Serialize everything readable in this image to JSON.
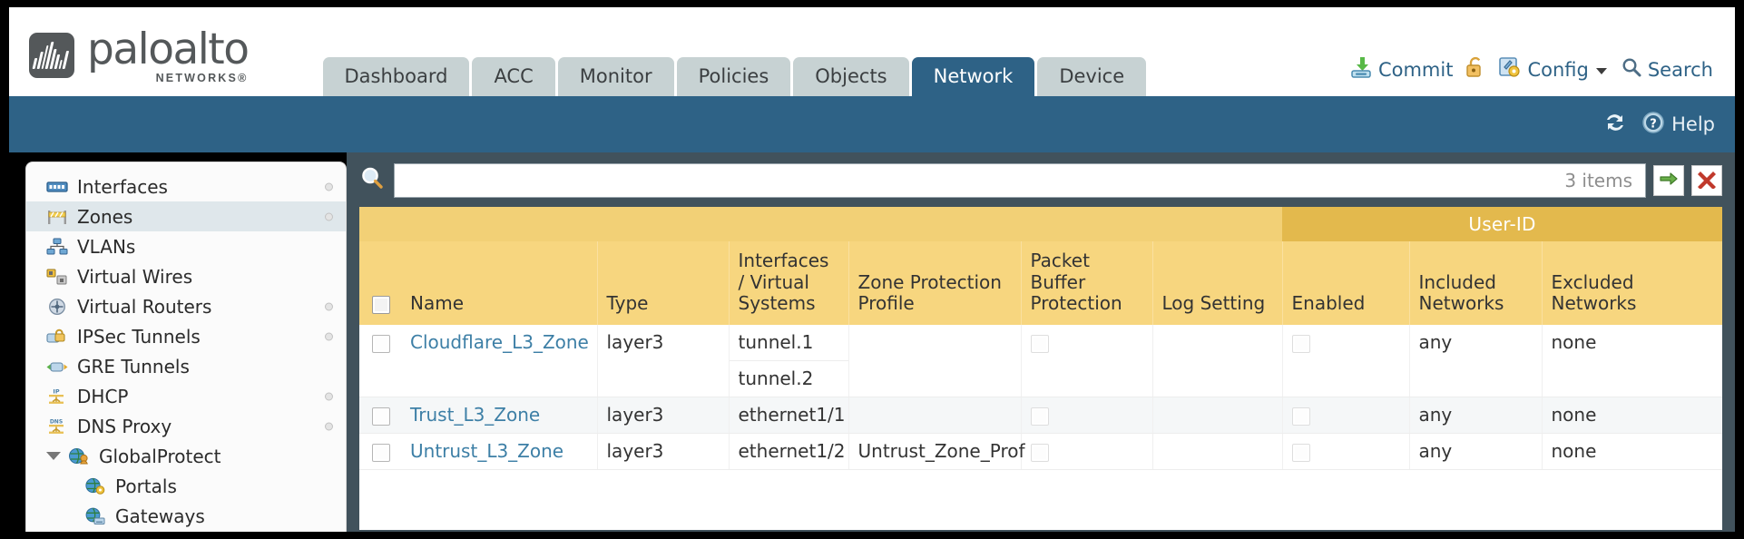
{
  "brand": {
    "name": "paloalto",
    "tagline": "NETWORKS®"
  },
  "nav": {
    "tabs": [
      {
        "label": "Dashboard",
        "active": false
      },
      {
        "label": "ACC",
        "active": false
      },
      {
        "label": "Monitor",
        "active": false
      },
      {
        "label": "Policies",
        "active": false
      },
      {
        "label": "Objects",
        "active": false
      },
      {
        "label": "Network",
        "active": true
      },
      {
        "label": "Device",
        "active": false
      }
    ]
  },
  "toolbar": {
    "commit_label": "Commit",
    "lock_icon": "padlock-icon",
    "config_label": "Config",
    "search_label": "Search"
  },
  "band": {
    "refresh_icon": "refresh-icon",
    "help_label": "Help"
  },
  "sidebar": {
    "items": [
      {
        "label": "Interfaces",
        "icon": "interfaces-icon",
        "selected": false,
        "indicator": true,
        "child": false,
        "expander": false
      },
      {
        "label": "Zones",
        "icon": "zones-icon",
        "selected": true,
        "indicator": true,
        "child": false,
        "expander": false
      },
      {
        "label": "VLANs",
        "icon": "vlans-icon",
        "selected": false,
        "indicator": false,
        "child": false,
        "expander": false
      },
      {
        "label": "Virtual Wires",
        "icon": "virtual-wires-icon",
        "selected": false,
        "indicator": false,
        "child": false,
        "expander": false
      },
      {
        "label": "Virtual Routers",
        "icon": "virtual-routers-icon",
        "selected": false,
        "indicator": true,
        "child": false,
        "expander": false
      },
      {
        "label": "IPSec Tunnels",
        "icon": "ipsec-tunnels-icon",
        "selected": false,
        "indicator": true,
        "child": false,
        "expander": false
      },
      {
        "label": "GRE Tunnels",
        "icon": "gre-tunnels-icon",
        "selected": false,
        "indicator": false,
        "child": false,
        "expander": false
      },
      {
        "label": "DHCP",
        "icon": "dhcp-icon",
        "selected": false,
        "indicator": true,
        "child": false,
        "expander": false
      },
      {
        "label": "DNS Proxy",
        "icon": "dns-proxy-icon",
        "selected": false,
        "indicator": true,
        "child": false,
        "expander": false
      },
      {
        "label": "GlobalProtect",
        "icon": "globalprotect-icon",
        "selected": false,
        "indicator": false,
        "child": false,
        "expander": true
      },
      {
        "label": "Portals",
        "icon": "portals-icon",
        "selected": false,
        "indicator": false,
        "child": true,
        "expander": false
      },
      {
        "label": "Gateways",
        "icon": "gateways-icon",
        "selected": false,
        "indicator": false,
        "child": true,
        "expander": false
      }
    ]
  },
  "search": {
    "value": "",
    "placeholder": "",
    "items_count": "3 items",
    "apply_icon": "green-arrow-icon",
    "clear_icon": "red-x-icon"
  },
  "table": {
    "group_headers": [
      {
        "label": "User-ID",
        "span": 3
      }
    ],
    "columns": [
      "Name",
      "Type",
      "Interfaces / Virtual Systems",
      "Zone Protection Profile",
      "Packet Buffer Protection",
      "Log Setting",
      "Enabled",
      "Included Networks",
      "Excluded Networks"
    ],
    "rows": [
      {
        "selected": false,
        "name": "Cloudflare_L3_Zone",
        "type": "layer3",
        "interfaces": [
          "tunnel.1",
          "tunnel.2"
        ],
        "zone_protection_profile": "",
        "packet_buffer_protection": false,
        "log_setting": "",
        "userid_enabled": false,
        "included_networks": "any",
        "excluded_networks": "none"
      },
      {
        "selected": false,
        "name": "Trust_L3_Zone",
        "type": "layer3",
        "interfaces": [
          "ethernet1/1"
        ],
        "zone_protection_profile": "",
        "packet_buffer_protection": false,
        "log_setting": "",
        "userid_enabled": false,
        "included_networks": "any",
        "excluded_networks": "none"
      },
      {
        "selected": false,
        "name": "Untrust_L3_Zone",
        "type": "layer3",
        "interfaces": [
          "ethernet1/2"
        ],
        "zone_protection_profile": "Untrust_Zone_Prof",
        "packet_buffer_protection": false,
        "log_setting": "",
        "userid_enabled": false,
        "included_networks": "any",
        "excluded_networks": "none"
      }
    ]
  },
  "colors": {
    "brand_gray": "#54585a",
    "tab_active": "#2e6286",
    "tab_inactive": "#c7d2d3",
    "band_blue": "#2e6286",
    "panel_slate": "#41525c",
    "header_gold": "#f7d67f",
    "group_gold": "#e3b94d",
    "link_blue": "#3d7fa6"
  }
}
